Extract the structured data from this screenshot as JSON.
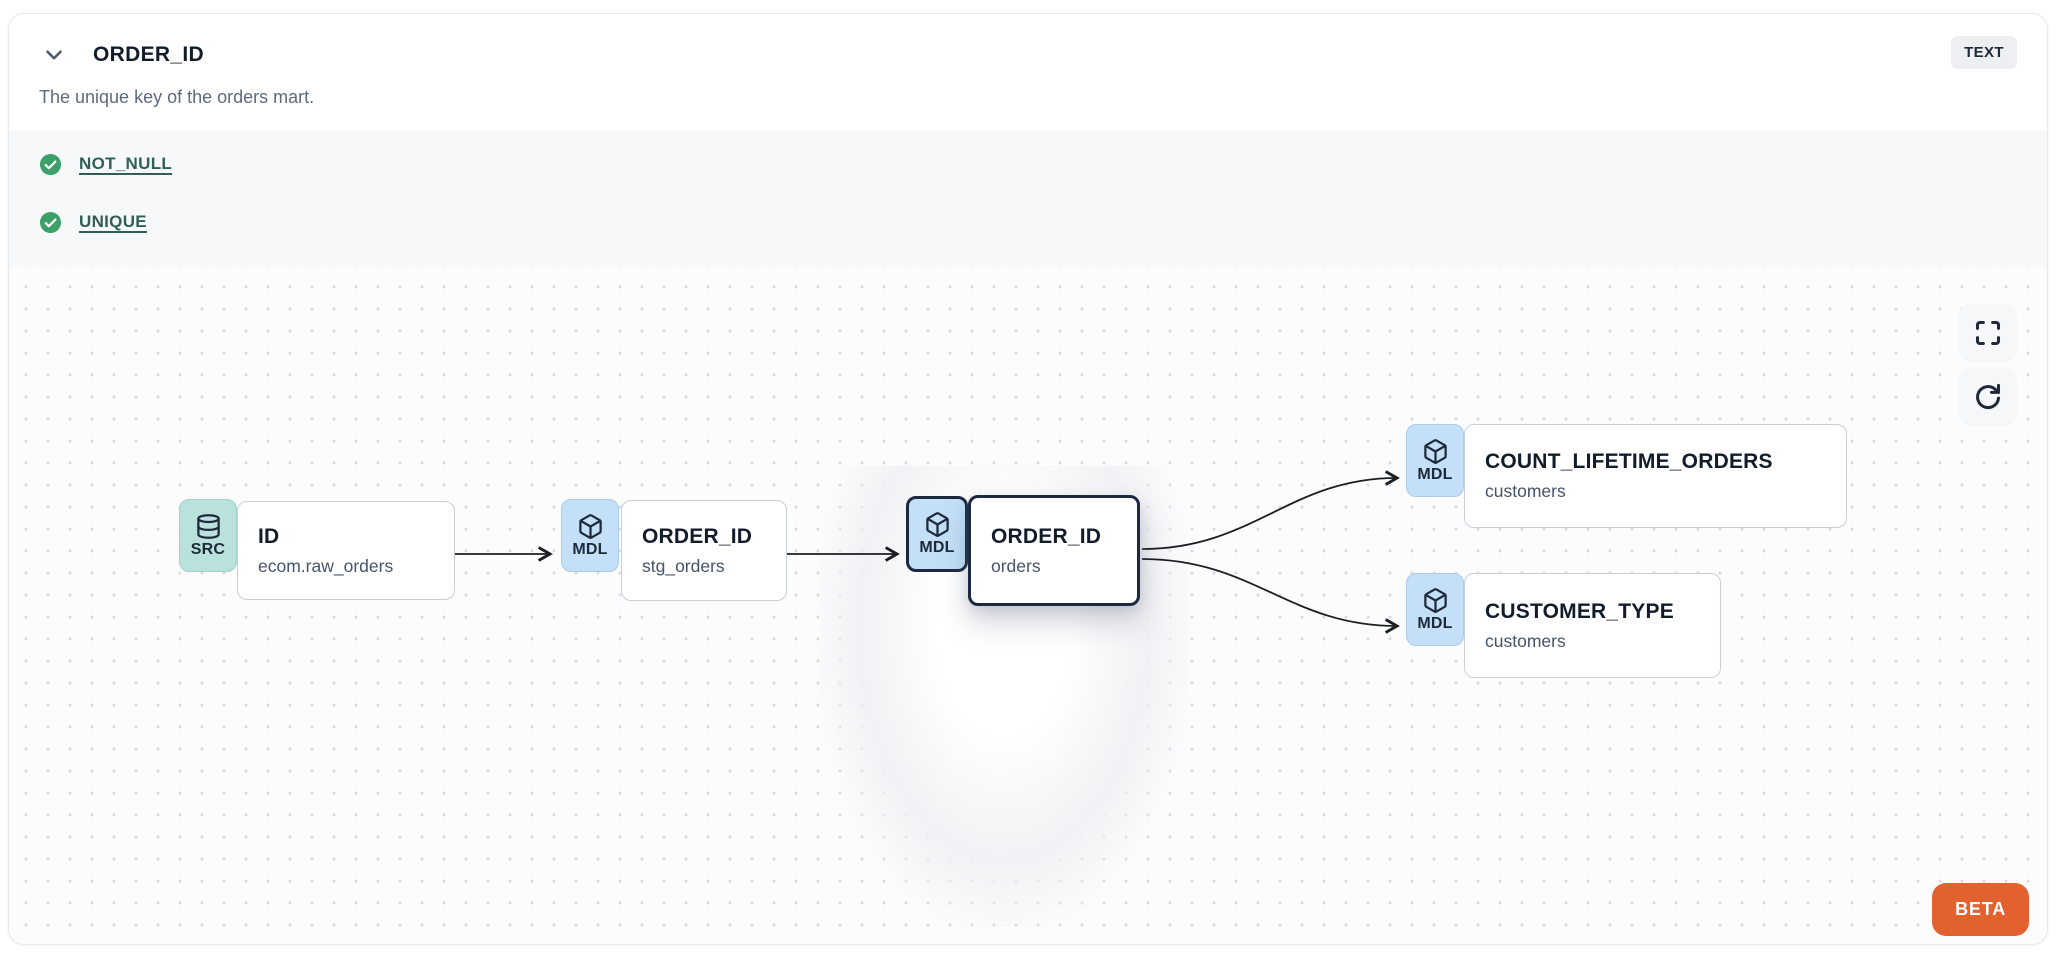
{
  "header": {
    "title": "ORDER_ID",
    "type_badge": "TEXT",
    "description": "The unique key of the orders mart."
  },
  "tests": {
    "items": [
      {
        "label": "NOT_NULL",
        "status": "pass"
      },
      {
        "label": "UNIQUE",
        "status": "pass"
      }
    ]
  },
  "lineage": {
    "nodes": [
      {
        "badge": "SRC",
        "icon": "database-icon",
        "title": "ID",
        "subtitle": "ecom.raw_orders",
        "type": "source",
        "selected": false
      },
      {
        "badge": "MDL",
        "icon": "cube-icon",
        "title": "ORDER_ID",
        "subtitle": "stg_orders",
        "type": "model",
        "selected": false
      },
      {
        "badge": "MDL",
        "icon": "cube-icon",
        "title": "ORDER_ID",
        "subtitle": "orders",
        "type": "model",
        "selected": true
      },
      {
        "badge": "MDL",
        "icon": "cube-icon",
        "title": "COUNT_LIFETIME_ORDERS",
        "subtitle": "customers",
        "type": "model",
        "selected": false
      },
      {
        "badge": "MDL",
        "icon": "cube-icon",
        "title": "CUSTOMER_TYPE",
        "subtitle": "customers",
        "type": "model",
        "selected": false
      }
    ],
    "edges": [
      {
        "from": "ID (ecom.raw_orders)",
        "to": "ORDER_ID (stg_orders)"
      },
      {
        "from": "ORDER_ID (stg_orders)",
        "to": "ORDER_ID (orders)"
      },
      {
        "from": "ORDER_ID (orders)",
        "to": "COUNT_LIFETIME_ORDERS (customers)"
      },
      {
        "from": "ORDER_ID (orders)",
        "to": "CUSTOMER_TYPE (customers)"
      }
    ],
    "beta_label": "BETA"
  },
  "colors": {
    "source_badge_bg": "#b9e2dc",
    "model_badge_bg": "#c3e0f8",
    "selected_border": "#1c2940",
    "check_green": "#3da06a",
    "link_teal": "#2f5f58",
    "beta_orange": "#e2612e"
  }
}
